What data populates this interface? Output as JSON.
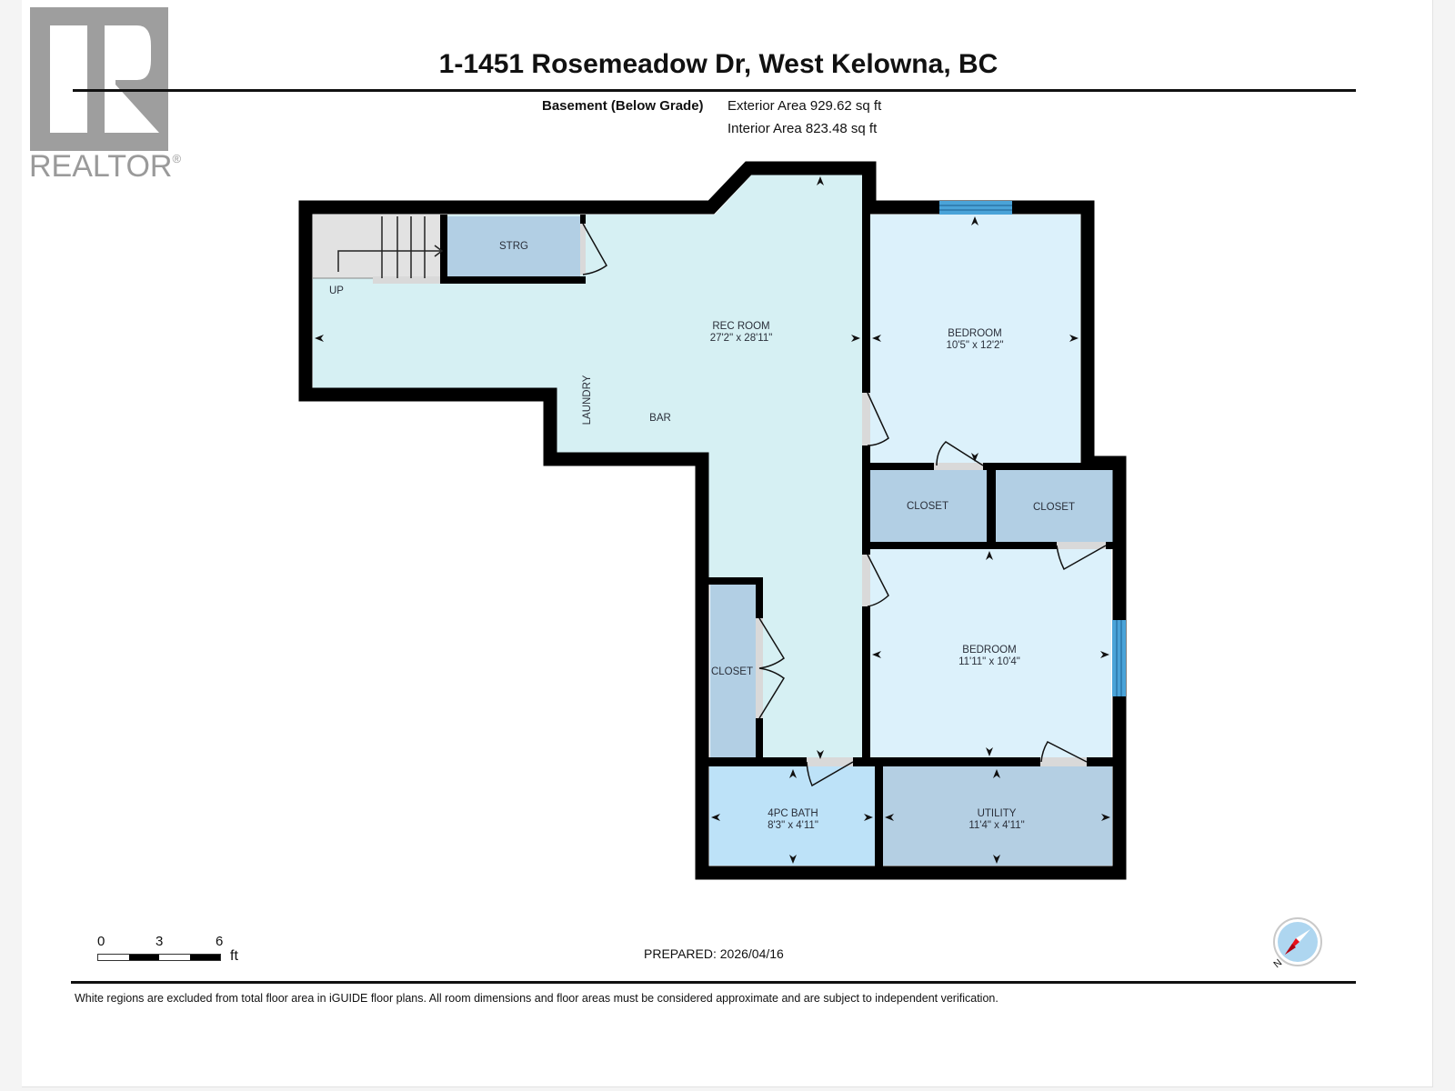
{
  "header": {
    "title": "1-1451 Rosemeadow Dr, West Kelowna, BC",
    "logo_text": "REALTOR",
    "logo_mark": "®"
  },
  "level": {
    "name": "Basement (Below Grade)",
    "exterior_area": "Exterior Area 929.62 sq ft",
    "interior_area": "Interior Area 823.48 sq ft"
  },
  "rooms": [
    {
      "name": "REC ROOM",
      "dims": "27'2\" x 28'11\""
    },
    {
      "name": "BEDROOM",
      "dims": "10'5\" x 12'2\""
    },
    {
      "name": "BEDROOM",
      "dims": "11'11\" x 10'4\""
    },
    {
      "name": "4PC BATH",
      "dims": "8'3\" x 4'11\""
    },
    {
      "name": "UTILITY",
      "dims": "11'4\" x 4'11\""
    },
    {
      "name": "STRG",
      "dims": ""
    },
    {
      "name": "CLOSET",
      "dims": ""
    },
    {
      "name": "CLOSET",
      "dims": ""
    },
    {
      "name": "CLOSET",
      "dims": ""
    }
  ],
  "annotations": {
    "stairs": "UP",
    "laundry": "LAUNDRY",
    "bar": "BAR"
  },
  "colors": {
    "rec_room": "#d6f0f3",
    "bedroom": "#dcf1fb",
    "closet": "#b2cfe4",
    "bath": "#bde2f8",
    "utility": "#b4cfe3",
    "stairs": "#e2e2e2",
    "wall": "#000000",
    "window": "#4aa3d8"
  },
  "scale": {
    "ticks": [
      "0",
      "3",
      "6"
    ],
    "unit": "ft"
  },
  "footer": {
    "prepared": "PREPARED: 2026/04/16",
    "disclaimer": "White regions are excluded from total floor area in iGUIDE floor plans. All room dimensions and floor areas must be considered approximate and are subject to independent verification.",
    "compass_label": "N"
  }
}
